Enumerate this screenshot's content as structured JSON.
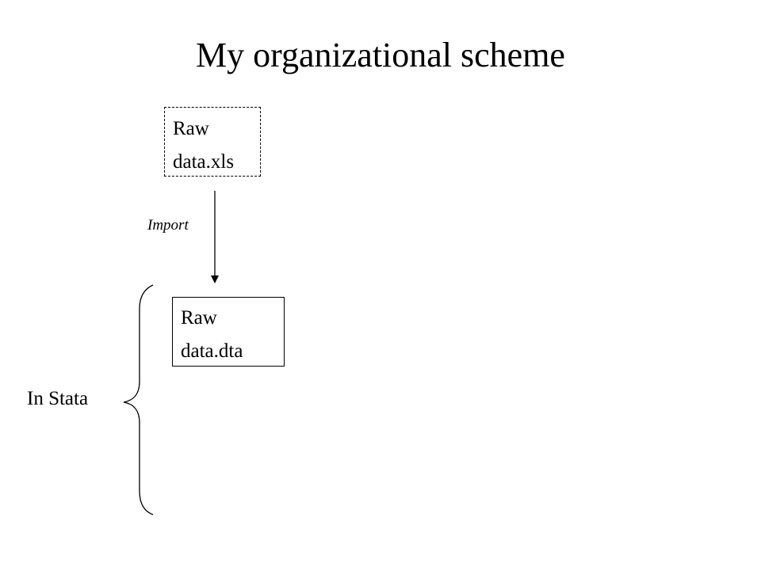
{
  "title": "My organizational scheme",
  "nodes": {
    "raw_xls": {
      "line1": "Raw",
      "line2": "data.xls"
    },
    "raw_dta": {
      "line1": "Raw",
      "line2": "data.dta"
    }
  },
  "edges": {
    "import": {
      "label": "Import"
    }
  },
  "group": {
    "label": "In Stata"
  }
}
